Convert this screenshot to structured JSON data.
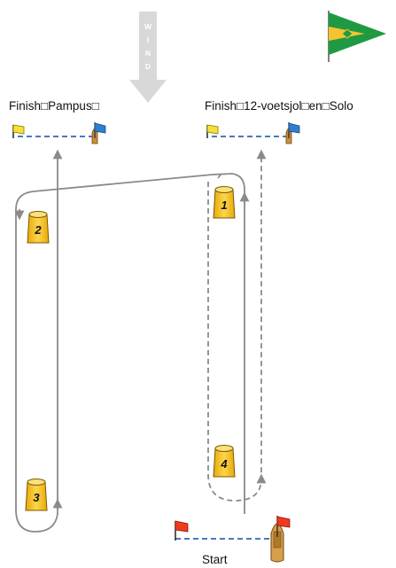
{
  "labels": {
    "finish_left": "Finish□Pampus□",
    "finish_right": "Finish□12-voetsjol□en□Solo",
    "start": "Start",
    "wind": "WIND"
  },
  "marks": [
    "1",
    "2",
    "3",
    "4"
  ],
  "colors": {
    "course_line": "#8a8a8a",
    "finish_line": "#4a78c0",
    "start_line": "#4a78c0",
    "mark_fill": "#f6c21c",
    "mark_stroke": "#7a5a00",
    "yellow_flag": "#f7e03a",
    "blue_flag": "#2f7fd0",
    "red_flag": "#f03a1e",
    "pennant_green": "#1f9a43",
    "pennant_yellow": "#f4c430",
    "wind_arrow": "#d8d8d8"
  },
  "icons": [
    "club-pennant-icon",
    "wind-arrow-icon",
    "committee-boat-icon",
    "flag-icon",
    "mark-buoy-icon"
  ]
}
